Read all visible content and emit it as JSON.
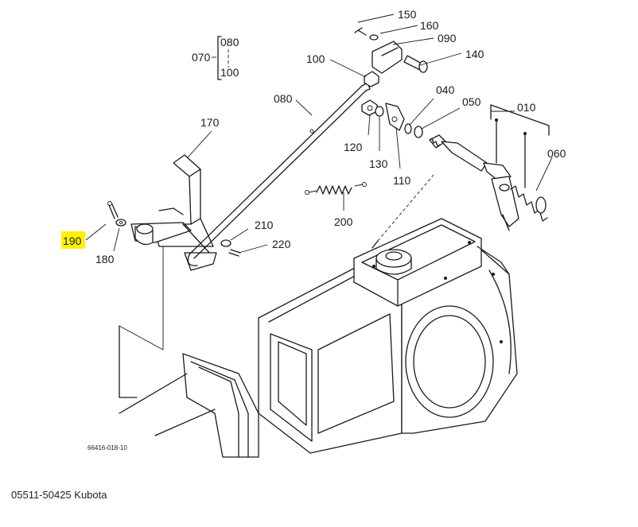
{
  "highlight_color": "#fff200",
  "callouts": {
    "c010": "010",
    "c040": "040",
    "c050": "050",
    "c060": "060",
    "c070": "070",
    "c080a": "080",
    "c080b": "080",
    "c090": "090",
    "c100a": "100",
    "c100b": "100",
    "c110": "110",
    "c120": "120",
    "c130": "130",
    "c140": "140",
    "c150": "150",
    "c160": "160",
    "c170": "170",
    "c180": "180",
    "c190": "190",
    "c200": "200",
    "c210": "210",
    "c220": "220"
  },
  "drawing_number": "66416-018-10",
  "caption": "05511-50425 Kubota"
}
